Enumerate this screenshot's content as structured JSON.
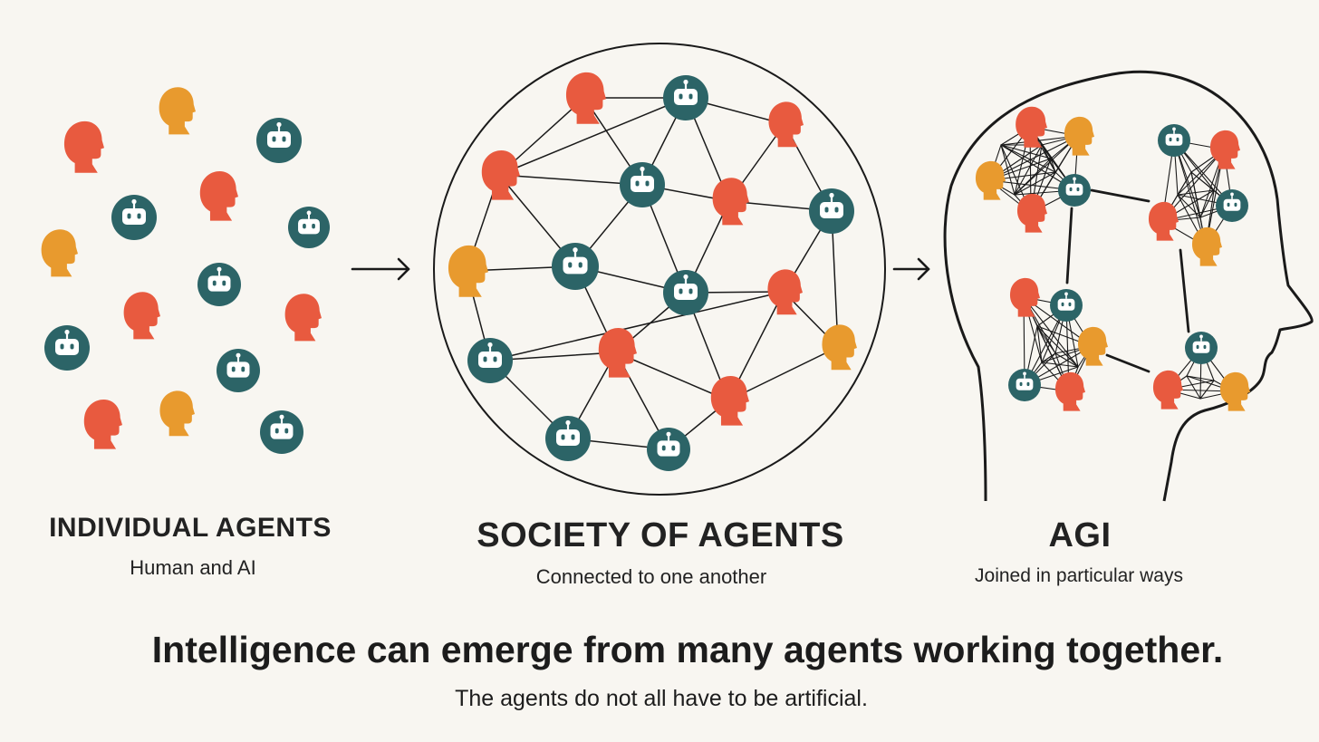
{
  "colors": {
    "background": "#f8f6f1",
    "human_red": "#e85a3f",
    "human_orange": "#e89a2e",
    "robot_teal": "#2c6467",
    "line": "#1a1a1a"
  },
  "icons": {
    "human": "human-head-profile-icon",
    "ai": "robot-face-icon",
    "arrow": "arrow-right-icon"
  },
  "panels": [
    {
      "id": "individual",
      "title": "INDIVIDUAL AGENTS",
      "subtitle": "Human and AI"
    },
    {
      "id": "society",
      "title": "SOCIETY OF AGENTS",
      "subtitle": "Connected to one another"
    },
    {
      "id": "agi",
      "title": "AGI",
      "subtitle": "Joined in particular ways"
    }
  ],
  "headline": "Intelligence can emerge from many agents working together.",
  "subline": "The agents do not all have to be artificial."
}
